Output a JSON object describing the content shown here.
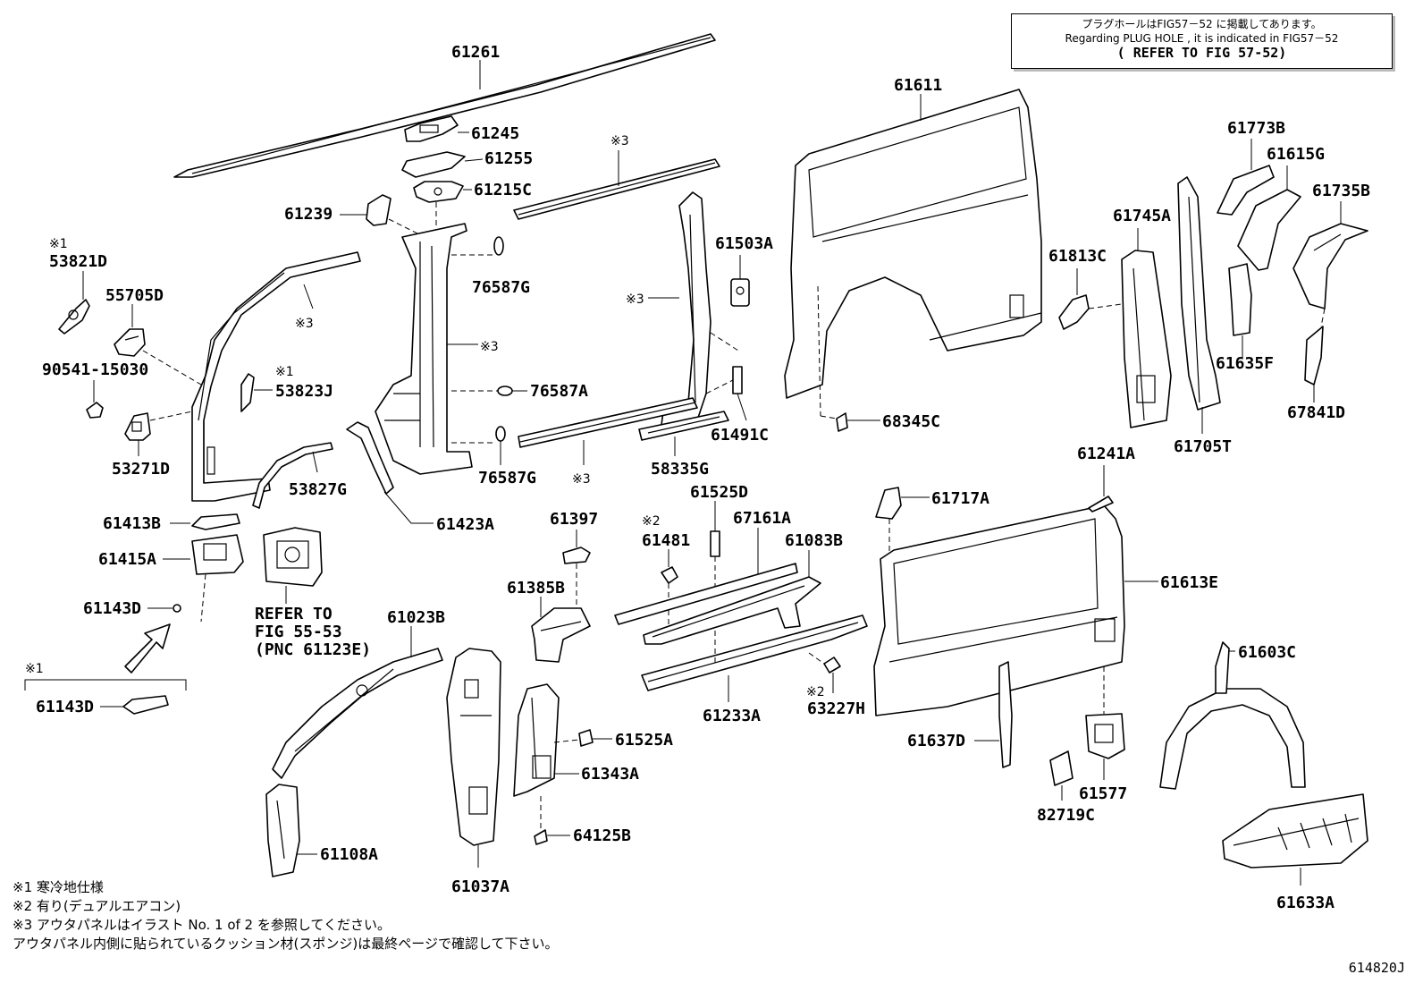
{
  "notice": {
    "jp": "プラグホールはFIG57－52 に掲載してあります。",
    "en": "Regarding PLUG HOLE , it is indicated in FIG57－52",
    "ref": "( REFER TO FIG 57-52)"
  },
  "parts": {
    "p61261": "61261",
    "p61245": "61245",
    "p61255": "61255",
    "p61215C": "61215C",
    "p61239": "61239",
    "p53821D": "53821D",
    "p55705D": "55705D",
    "p90541": "90541-15030",
    "p53823J": "53823J",
    "p53271D": "53271D",
    "p53827G": "53827G",
    "p61423A": "61423A",
    "p76587G_a": "76587G",
    "p76587A": "76587A",
    "p76587G_b": "76587G",
    "p61503A": "61503A",
    "p61491C": "61491C",
    "p58335G": "58335G",
    "p61611": "61611",
    "p68345C": "68345C",
    "p61813C": "61813C",
    "p61745A": "61745A",
    "p61773B": "61773B",
    "p61615G": "61615G",
    "p61735B": "61735B",
    "p61635F": "61635F",
    "p67841D": "67841D",
    "p61705T": "61705T",
    "p61241A": "61241A",
    "p61717A": "61717A",
    "p61613E": "61613E",
    "p61413B": "61413B",
    "p61415A": "61415A",
    "p61143D_a": "61143D",
    "p61143D_b": "61143D",
    "p61397": "61397",
    "p61525D": "61525D",
    "p67161A": "67161A",
    "p61481": "61481",
    "p61083B": "61083B",
    "p61385B": "61385B",
    "p61023B": "61023B",
    "p61233A": "61233A",
    "p63227H": "63227H",
    "p61525A": "61525A",
    "p61343A": "61343A",
    "p64125B": "64125B",
    "p61037A": "61037A",
    "p61108A": "61108A",
    "p61637D": "61637D",
    "p61577": "61577",
    "p82719C": "82719C",
    "p61603C": "61603C",
    "p61633A": "61633A"
  },
  "marks": {
    "m1": "※1",
    "m2": "※2",
    "m3": "※3"
  },
  "refer": {
    "line1": "REFER TO",
    "line2": "FIG 55-53",
    "line3": "(PNC 61123E)"
  },
  "footnotes": {
    "n1": "※1 寒冷地仕様",
    "n2": "※2 有り(デュアルエアコン)",
    "n3": "※3 アウタパネルはイラスト No. 1 of 2 を参照してください。",
    "n4": "アウタパネル内側に貼られているクッション材(スポンジ)は最終ページで確認して下さい。"
  },
  "diagram_id": "614820J"
}
